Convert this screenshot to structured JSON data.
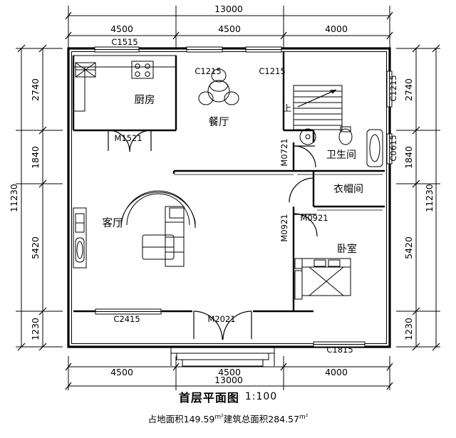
{
  "title": "首层平面图",
  "scale": "1:100",
  "area_note_prefix": "占地面积149.59",
  "area_note_mid": "建筑总面积284.57",
  "area_unit": "m²",
  "dimensions": {
    "top_total": "13000",
    "top_segments": [
      "4500",
      "4500",
      "4000"
    ],
    "bottom_total": "13000",
    "bottom_segments": [
      "4500",
      "4500",
      "4000"
    ],
    "left_total": "11230",
    "left_segments": [
      "2740",
      "1840",
      "5420",
      "1230"
    ],
    "right_total": "11230",
    "right_segments": [
      "2740",
      "1840",
      "5420",
      "1230"
    ]
  },
  "rooms": [
    {
      "key": "kitchen",
      "label": "厨房"
    },
    {
      "key": "dining",
      "label": "餐厅"
    },
    {
      "key": "living",
      "label": "客厅"
    },
    {
      "key": "bathroom",
      "label": "卫生间"
    },
    {
      "key": "cloakroom",
      "label": "衣帽间"
    },
    {
      "key": "bedroom",
      "label": "卧室"
    }
  ],
  "stair_label": "上",
  "windows": [
    {
      "key": "c1515",
      "label": "C1515"
    },
    {
      "key": "c1215-left",
      "label": "C1215"
    },
    {
      "key": "c1215-right",
      "label": "C1215"
    },
    {
      "key": "c1215-side",
      "label": "C1215"
    },
    {
      "key": "c0615",
      "label": "C0615"
    },
    {
      "key": "c2415",
      "label": "C2415"
    },
    {
      "key": "c1815",
      "label": "C1815"
    }
  ],
  "doors": [
    {
      "key": "m1521",
      "label": "M1521"
    },
    {
      "key": "m0721",
      "label": "M0721"
    },
    {
      "key": "m0921-left",
      "label": "M0921"
    },
    {
      "key": "m0921-right",
      "label": "M0921"
    },
    {
      "key": "m2021",
      "label": "M2021"
    }
  ]
}
